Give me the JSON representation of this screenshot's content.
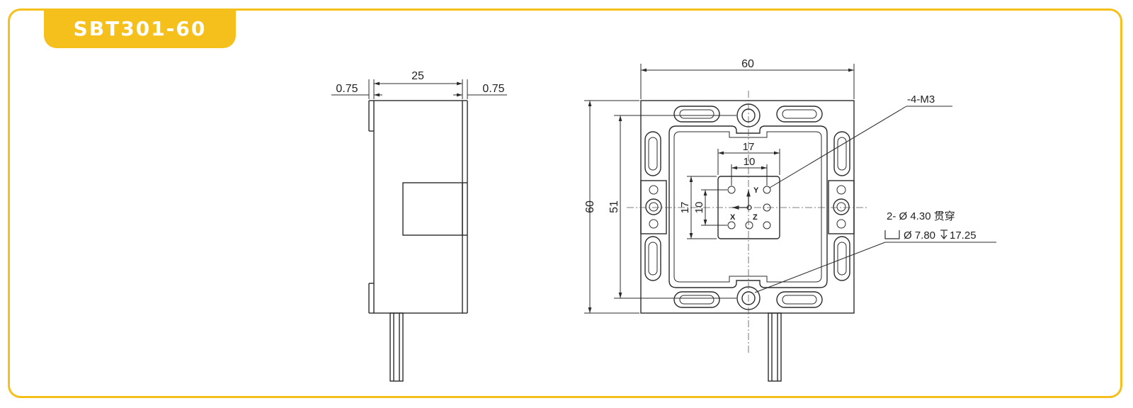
{
  "title": "SBT301-60",
  "colors": {
    "accent": "#f6c01c",
    "line": "#2b2b2b"
  },
  "side_view": {
    "dims": {
      "left_lip": "0.75",
      "width": "25",
      "right_lip": "0.75"
    }
  },
  "front_view": {
    "dims": {
      "outer_width": "60",
      "outer_height": "60",
      "hole_span": "51",
      "pattern_outer_w": "17",
      "pattern_inner_w": "10",
      "pattern_outer_h": "17",
      "pattern_inner_h": "10"
    },
    "axes": {
      "x": "X",
      "y": "Y",
      "z": "Z"
    },
    "callouts": {
      "threads": "-4-M3",
      "through_hole": "2- Ø 4.30 贯穿",
      "counterbore": "Ø 7.80",
      "counterbore_depth": "17.25"
    }
  }
}
